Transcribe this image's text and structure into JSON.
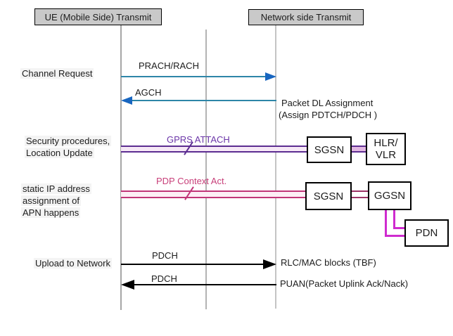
{
  "colors": {
    "header_fill": "#c9c9c9",
    "lifeline_left": "#a6a6a6",
    "lifeline_mid": "#b3b3b3",
    "lifeline_right": "#c4c4c4",
    "channel_line_teal": "#2e86a8",
    "arrowhead_blue": "#1866c0",
    "attach_purple": "#5c2d91",
    "attach_label_purple": "#6b35a8",
    "attach_band_pink": "#f6e8f6",
    "connector_band_pink": "#e2b7e2",
    "pdp_pink": "#c13578",
    "pdp_label_pink": "#c8407a",
    "pdp_band": "#fdeef5",
    "sgsn_ggsn_link": "#9c3366",
    "pdn_magenta": "#cf2bcf",
    "text_black": "#1c1c1c",
    "label_halo": "#f4f4f4"
  },
  "headers": {
    "ue": "UE (Mobile Side) Transmit",
    "network": "Network side Transmit"
  },
  "left_notes": {
    "channel_request": "Channel Request",
    "security_line1": "Security procedures,",
    "security_line2": "Location Update",
    "static_ip_line1": "static IP address",
    "static_ip_line2": "assignment of",
    "static_ip_line3": "APN happens",
    "upload": "Upload to Network"
  },
  "messages": {
    "prach": "PRACH/RACH",
    "agch": "AGCH",
    "gprs_attach": "GPRS ATTACH",
    "pdp_context": "PDP Context Act.",
    "pdch_uplink": "PDCH",
    "pdch_downlink": "PDCH"
  },
  "right_notes": {
    "packet_dl_line1": "Packet DL Assignment",
    "packet_dl_line2": "(Assign PDTCH/PDCH )",
    "rlc_mac": "RLC/MAC blocks (TBF)",
    "puan": "PUAN(Packet Uplink Ack/Nack)"
  },
  "nodes": {
    "sgsn_upper": "SGSN",
    "hlr_line1": "HLR/",
    "hlr_line2": "VLR",
    "sgsn_lower": "SGSN",
    "ggsn": "GGSN",
    "pdn": "PDN"
  }
}
